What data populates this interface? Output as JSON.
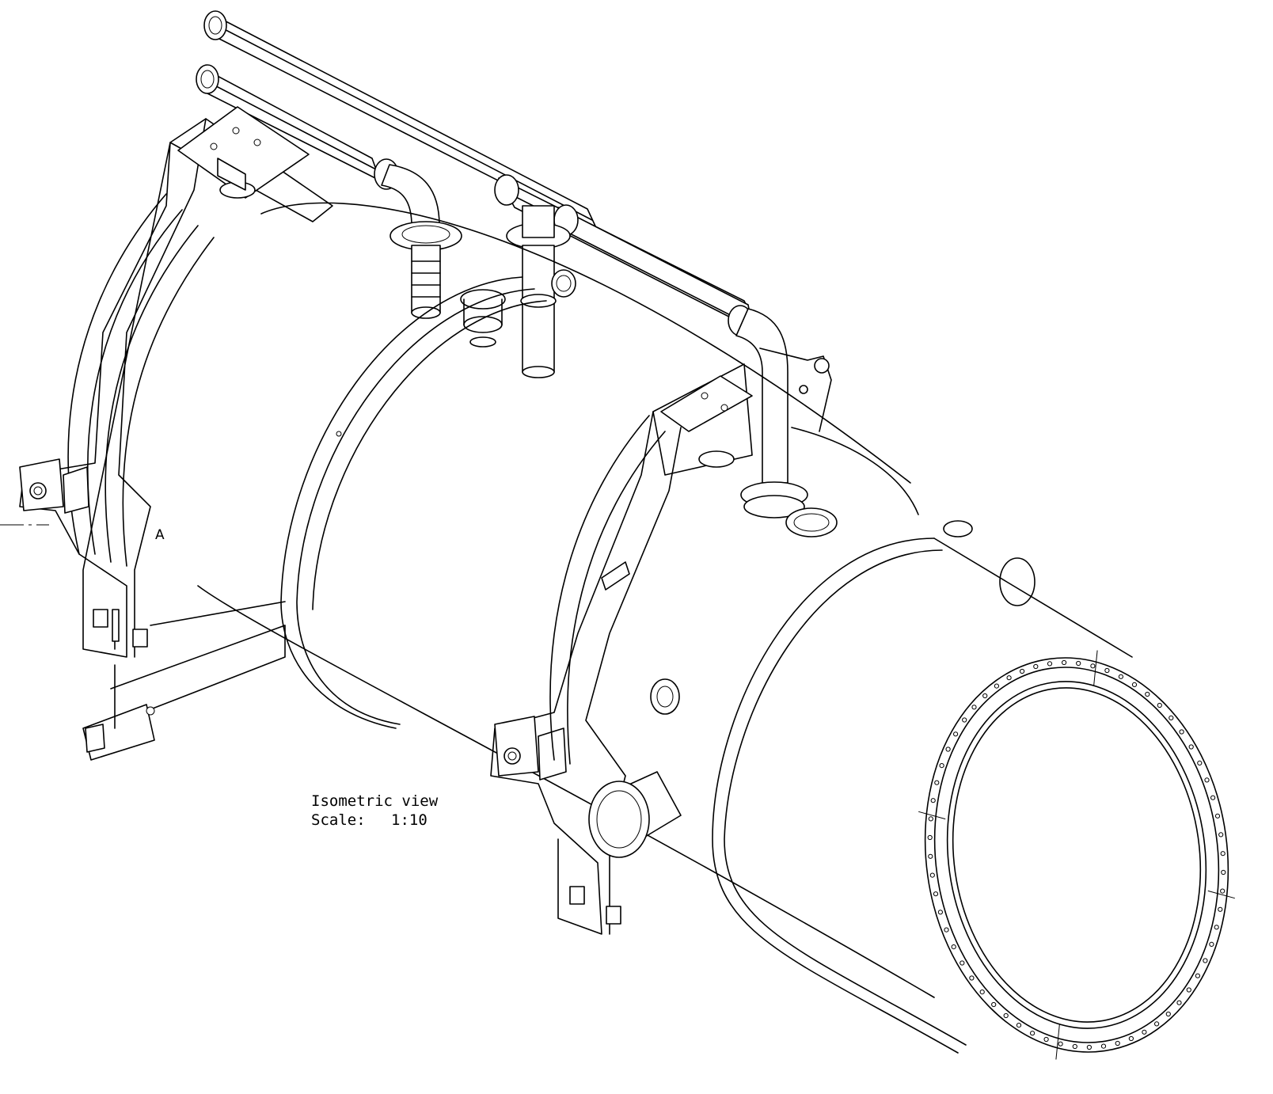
{
  "drawing": {
    "view_label": "Isometric view",
    "scale_label": "Scale:",
    "scale_value": "1:10",
    "section_marker": "A"
  },
  "colors": {
    "line": "#000000",
    "background": "#ffffff"
  },
  "icons": [
    "cryostat-vessel",
    "support-frame",
    "piping",
    "flange",
    "bolt-ring"
  ]
}
